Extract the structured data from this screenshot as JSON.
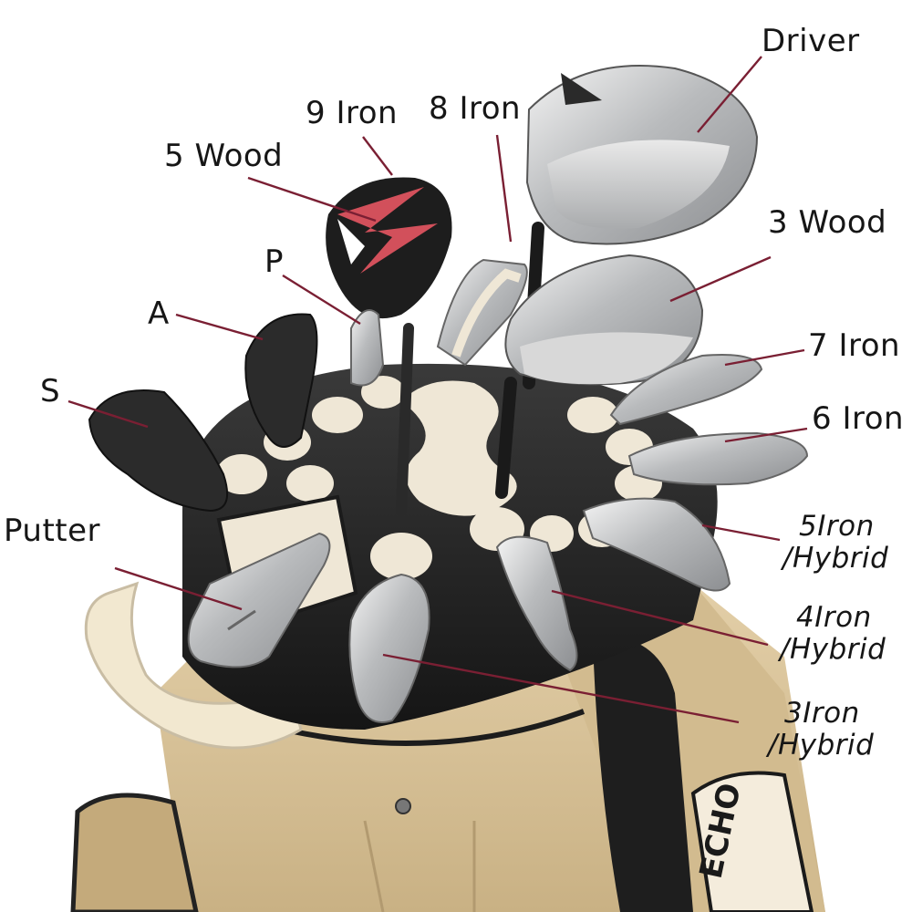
{
  "colors": {
    "leader_line": "#7a1f33",
    "bag_tan": "#d7c29b",
    "organizer_black": "#2a2a2a",
    "slot_cream": "#efe7d6",
    "club_silver": "#c9cacb",
    "wood_black": "#1d1d1d",
    "wood_red": "#d2505b",
    "handle_cream": "#f2e8d0"
  },
  "labels": {
    "driver": "Driver",
    "iron_9": "9 Iron",
    "iron_8": "8 Iron",
    "wood_5": "5 Wood",
    "wood_3": "3 Wood",
    "p": "P",
    "a": "A",
    "s": "S",
    "iron_7": "7 Iron",
    "iron_6": "6 Iron",
    "putter": "Putter",
    "hybrid_5": {
      "line1": "5Iron",
      "line2": "/Hybrid"
    },
    "hybrid_4": {
      "line1": "4Iron",
      "line2": "/Hybrid"
    },
    "hybrid_3": {
      "line1": "3Iron",
      "line2": "/Hybrid"
    }
  },
  "bag_logo_text": "ECHO"
}
